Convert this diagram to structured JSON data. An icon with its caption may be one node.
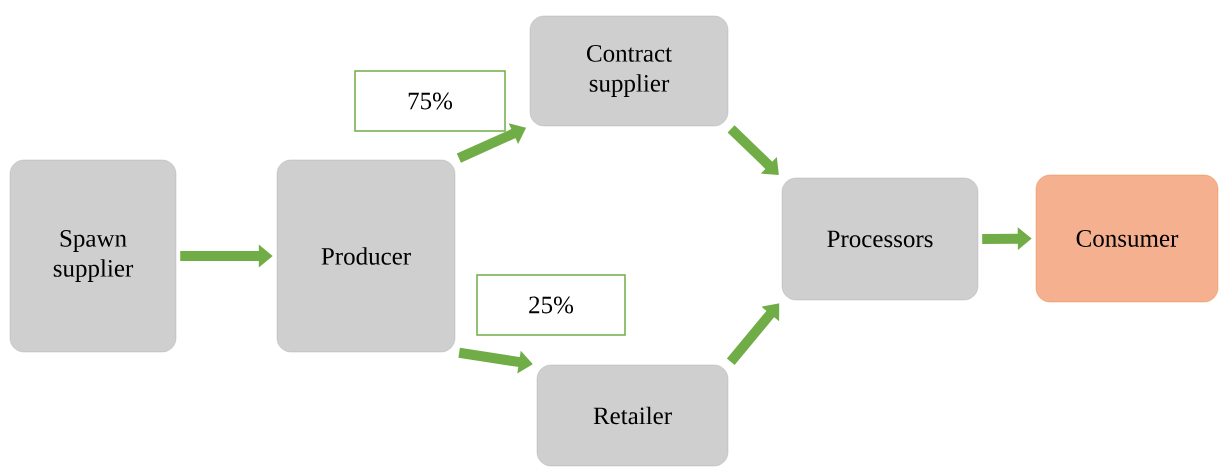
{
  "diagram": {
    "nodes": [
      {
        "text": [
          "Spawn supplier"
        ]
      },
      {
        "text": [
          "Producer"
        ]
      },
      {
        "text": [
          "Contract supplier"
        ]
      },
      {
        "text": [
          "Retailer"
        ]
      },
      {
        "text": [
          "Processors"
        ]
      },
      {
        "text": [
          "Consumer"
        ]
      },
      {
        "text": [
          "75%"
        ]
      },
      {
        "text": [
          "25%"
        ]
      }
    ],
    "edges": [
      {
        "from": 0,
        "to": 1,
        "arrow": "to"
      },
      {
        "from": 1,
        "to": 2,
        "arrow": "to"
      },
      {
        "from": 1,
        "to": 3,
        "arrow": "to"
      },
      {
        "from": 2,
        "to": 4,
        "arrow": "to"
      },
      {
        "from": 3,
        "to": 4,
        "arrow": "to"
      },
      {
        "from": 4,
        "to": 5,
        "arrow": "to"
      }
    ]
  }
}
